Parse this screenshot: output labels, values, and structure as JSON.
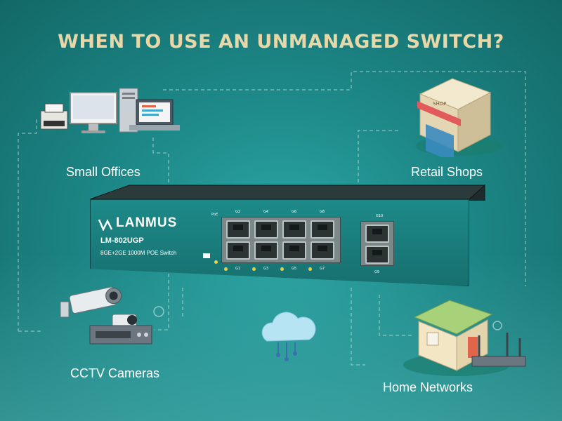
{
  "title": "WHEN TO USE AN UNMANAGED SWITCH?",
  "labels": {
    "small_offices": "Small Offices",
    "retail_shops": "Retail Shops",
    "cctv_cameras": "CCTV Cameras",
    "home_networks": "Home Networks"
  },
  "switch": {
    "brand": "LANMUS",
    "model": "LM-802UGP",
    "description": "8GE+2GE 1000M POE Switch",
    "port_labels_top": [
      "G2",
      "G4",
      "G6",
      "G8",
      "G10"
    ],
    "port_labels_bottom": [
      "G1",
      "G3",
      "G5",
      "G7",
      "G9"
    ],
    "poe_label": "PoE",
    "shop_sign": "SHOP"
  },
  "colors": {
    "background": "#1d8787",
    "title": "#e8d7a8",
    "switch_face": "#1d8a89"
  }
}
